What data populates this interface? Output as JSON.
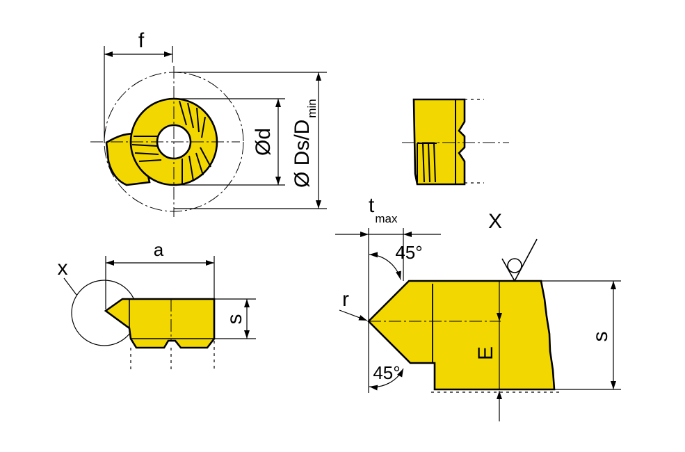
{
  "labels": {
    "f": "f",
    "od": "Ød",
    "ods_main": "Ø Ds/D",
    "ods_sub": "min",
    "t_main": "t",
    "t_sub": "max",
    "detail_x": "X",
    "angle_top": "45°",
    "angle_bottom": "45°",
    "r": "r",
    "x": "x",
    "a": "a",
    "s_left": "s",
    "s_right": "s",
    "e": "E"
  },
  "colors": {
    "insert_fill": "#F2D800",
    "line": "#000000"
  }
}
